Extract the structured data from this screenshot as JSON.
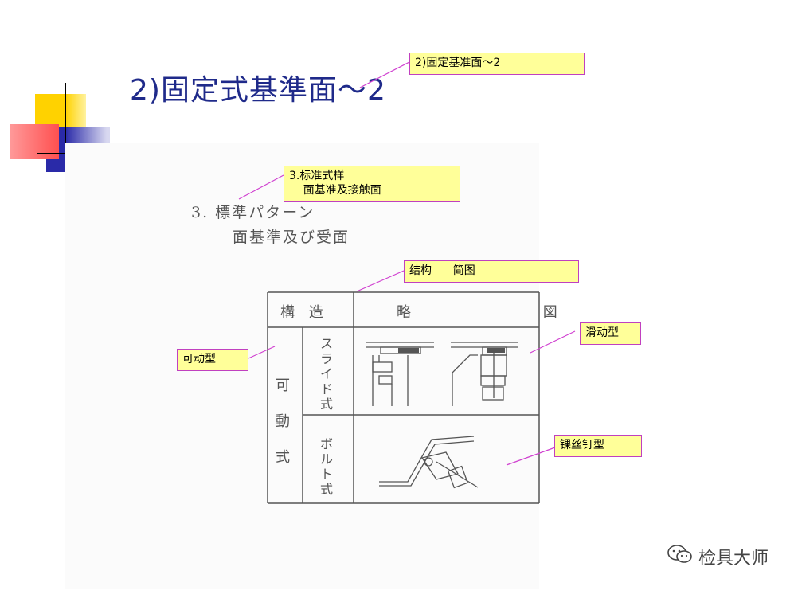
{
  "slide": {
    "title": "2)固定式基準面～2"
  },
  "callouts": {
    "title_note": "2)固定基准面～2",
    "section_note": "3.标准式样\n    面基准及接触面",
    "table_header_note": "结构      简图",
    "slide_type_note": "滑动型",
    "movable_note": "可动型",
    "bolt_type_note": "锞丝钉型"
  },
  "scan": {
    "heading_line1": "3. 標準パターン",
    "heading_line2": "面基準及び受面",
    "col_structure": "構 造",
    "col_diagram": "略 図",
    "row_main": "可動式",
    "row_slide": "スライド式",
    "row_bolt": "ボルト式"
  },
  "watermark": {
    "text": "检具大师",
    "icon": "wechat-icon"
  },
  "colors": {
    "title": "#1f2a8a",
    "callout_fill": "#ffff99",
    "callout_border": "#c040c0",
    "leader_line": "#d040d0",
    "deco_yellow": "#ffd200",
    "deco_red": "#ff5050",
    "deco_blue": "#2a2aa8"
  }
}
